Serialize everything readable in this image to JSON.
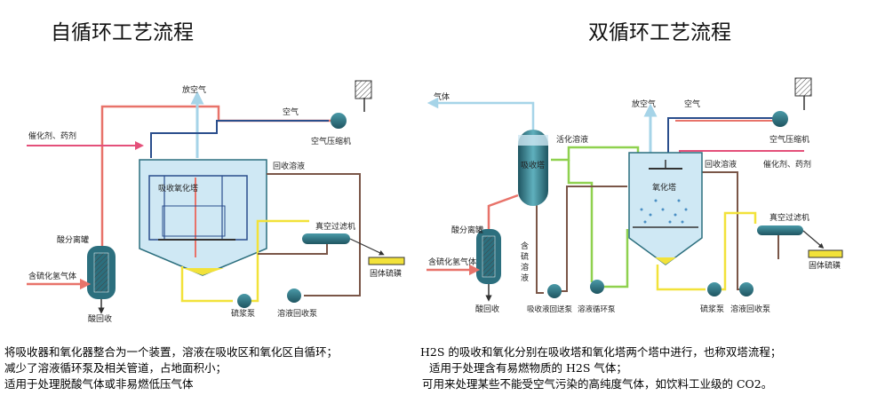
{
  "titles": {
    "self": "自循环工艺流程",
    "dual": "双循环工艺流程"
  },
  "self_cycle": {
    "vent_air": "放空气",
    "air": "空气",
    "air_compressor": "空气压缩机",
    "catalyst": "催化剂、药剂",
    "tower": "吸收氧化塔",
    "recycle_solution": "回收溶液",
    "acid_separator": "酸分离罐",
    "vacuum_filter": "真空过滤机",
    "solid_sulfur": "固体硫磺",
    "sulfur_gas": "含硫化氢气体",
    "acid_recovery": "酸回收",
    "slurry_pump": "硫浆泵",
    "recycle_pump": "溶液回收泵"
  },
  "dual_cycle": {
    "gas": "气体",
    "vent_air": "放空气",
    "air": "空气",
    "air_compressor": "空气压缩机",
    "activated_solution": "活化溶液",
    "absorber": "吸收塔",
    "oxidizer": "氧化塔",
    "recycle_solution": "回收溶液",
    "catalyst": "催化剂、药剂",
    "acid_separator": "酸分离罐",
    "vacuum_filter": "真空过滤机",
    "solid_sulfur": "固体硫磺",
    "sulfur_gas": "含硫化氢气体",
    "sulfur_solution_chars": [
      "含",
      "硫",
      "溶",
      "液"
    ],
    "acid_recovery": "酸回收",
    "absorb_pump": "吸收液回送泵",
    "circ_pump": "溶液循环泵",
    "slurry_pump": "硫浆泵",
    "recycle_pump": "溶液回收泵"
  },
  "descriptions": {
    "self_line1": "将吸收器和氧化器整合为一个装置，溶液在吸收区和氧化区自循环；",
    "self_line2": "减少了溶液循环泵及相关管道，占地面积小；",
    "self_line3": "适用于处理脱酸气体或非易燃低压气体",
    "dual_line1": "H2S 的吸收和氧化分别在吸收塔和氧化塔两个塔中进行，也称双塔流程；",
    "dual_line2": "适用于处理含有易燃物质的 H2S 气体；",
    "dual_line3": "可用来处理某些不能受空气污染的高纯度气体，如饮料工业级的 CO2。"
  },
  "colors": {
    "red_line": "#e8736a",
    "blue_line": "#2a4e8c",
    "light_blue_line": "#a6d4e8",
    "yellow_line": "#f2e23a",
    "green_line": "#8fd14f",
    "brown_line": "#7a5648",
    "pink_line": "#e4507a",
    "tank_fill": "#cfe8f4",
    "equipment": "#2c6f7e"
  }
}
